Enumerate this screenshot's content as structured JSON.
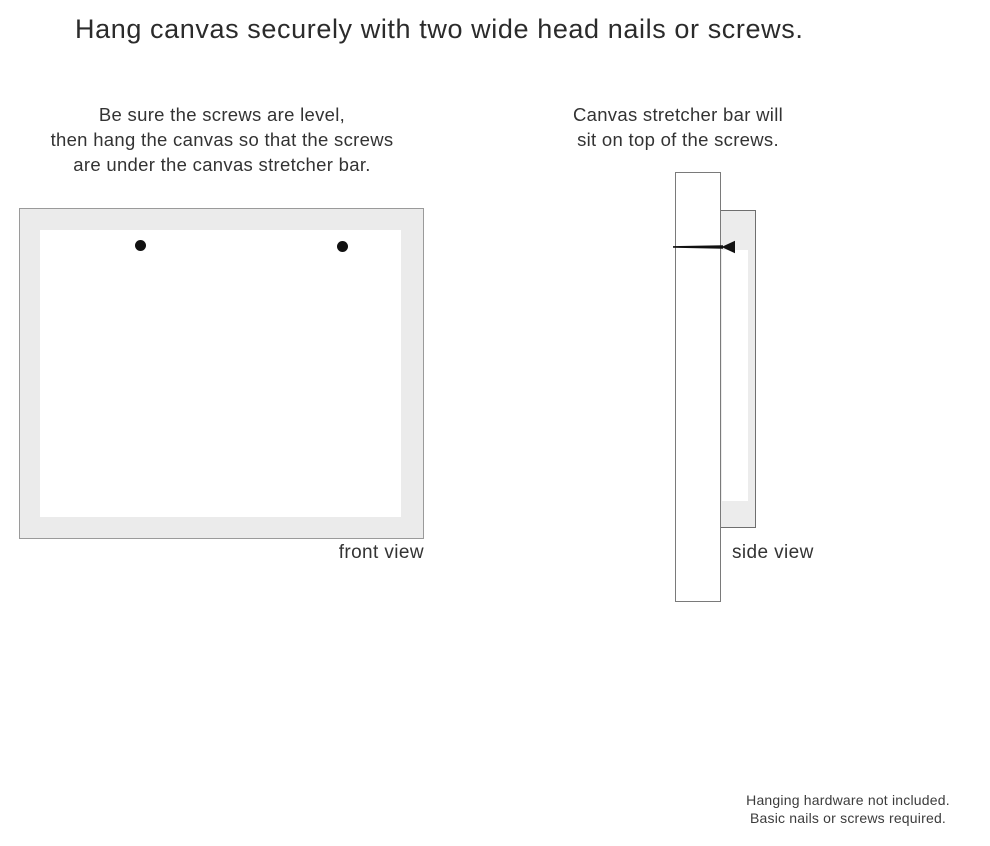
{
  "title": "Hang canvas securely with two wide head nails or screws.",
  "front_section": {
    "instruction_lines": [
      "Be sure the screws are level,",
      "then hang the canvas so that the screws",
      "are under the canvas stretcher bar."
    ],
    "caption": "front view",
    "screw_count": 2
  },
  "side_section": {
    "instruction_lines": [
      "Canvas stretcher bar will",
      "sit on top of the screws."
    ],
    "caption": "side view"
  },
  "footnote_lines": [
    "Hanging hardware not included.",
    "Basic nails or screws required."
  ],
  "colors": {
    "page_background": "#ffffff",
    "frame_fill": "#ebebeb",
    "frame_border": "#9a9a9a",
    "canvas_inner_fill": "#ffffff",
    "side_canvas_fill": "#ececec",
    "stretcher_fill": "#ffffff",
    "screw_color": "#111111",
    "nail_color": "#111111",
    "text_color": "#2e2e2e"
  }
}
